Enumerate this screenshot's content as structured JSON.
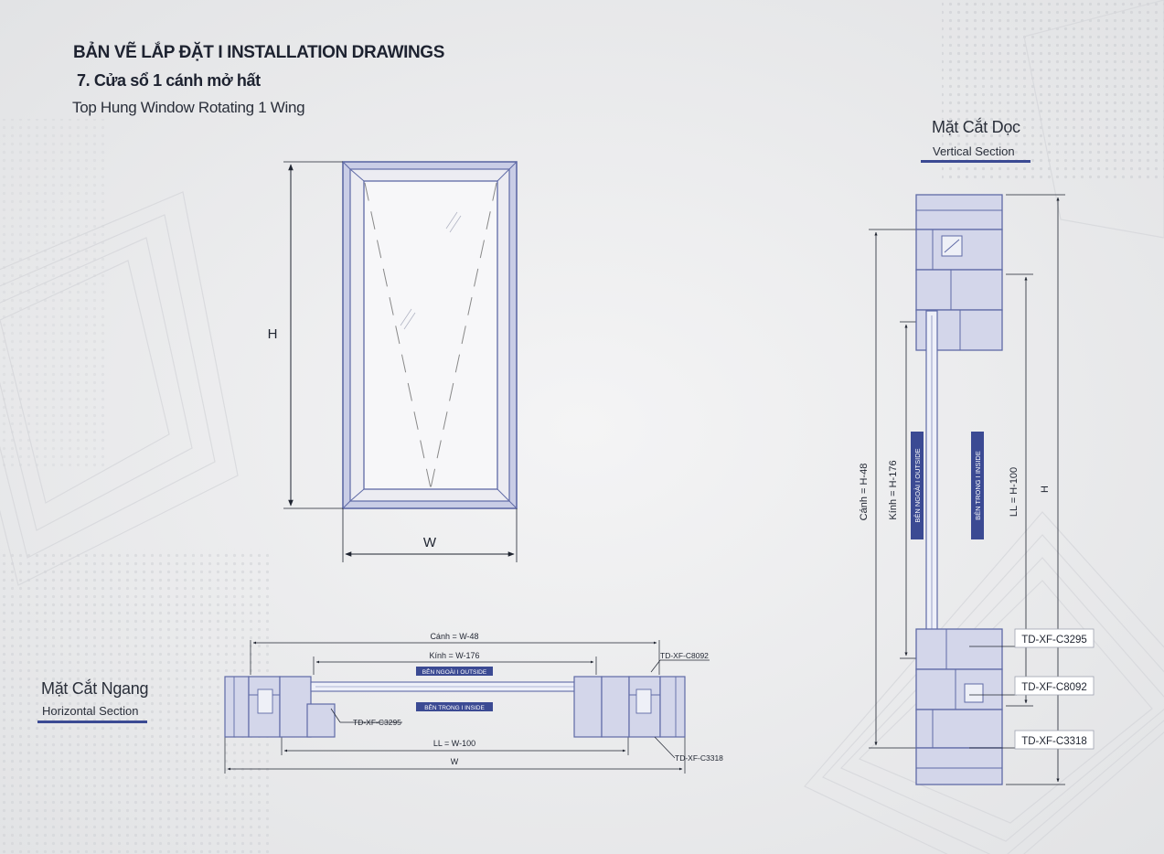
{
  "header": {
    "title": "BẢN VẼ LẮP ĐẶT  I  INSTALLATION DRAWINGS",
    "subtitle": "7. Cửa sổ 1 cánh mở hất",
    "product": "Top Hung Window Rotating 1 Wing"
  },
  "elevation": {
    "height_label": "H",
    "width_label": "W"
  },
  "vertical_section": {
    "title_vi": "Mặt Cắt Dọc",
    "title_en": "Vertical Section",
    "dim_sash": "Cánh = H-48",
    "dim_glass": "Kính = H-176",
    "dim_ll": "LL = H-100",
    "dim_total": "H",
    "outside_label": "BÊN NGOÀI  I OUTSIDE",
    "inside_label": "BÊN TRONG  I INSIDE",
    "profiles": [
      "TD-XF-C3295",
      "TD-XF-C8092",
      "TD-XF-C3318"
    ]
  },
  "horizontal_section": {
    "title_vi": "Mặt Cắt Ngang",
    "title_en": "Horizontal Section",
    "dim_sash": "Cánh = W-48",
    "dim_glass": "Kính = W-176",
    "dim_ll": "LL = W-100",
    "dim_total": "W",
    "outside_label": "BÊN NGOÀI  I OUTSIDE",
    "inside_label": "BÊN TRONG  I INSIDE",
    "profile_top_right": "TD-XF-C8092",
    "profile_left": "TD-XF-C3295",
    "profile_bottom_right": "TD-XF-C3318"
  },
  "colors": {
    "frame": "#5f6aa6",
    "frame_fill": "#c9cde6",
    "accent": "#3b4a93",
    "dimension": "#1f2430"
  }
}
